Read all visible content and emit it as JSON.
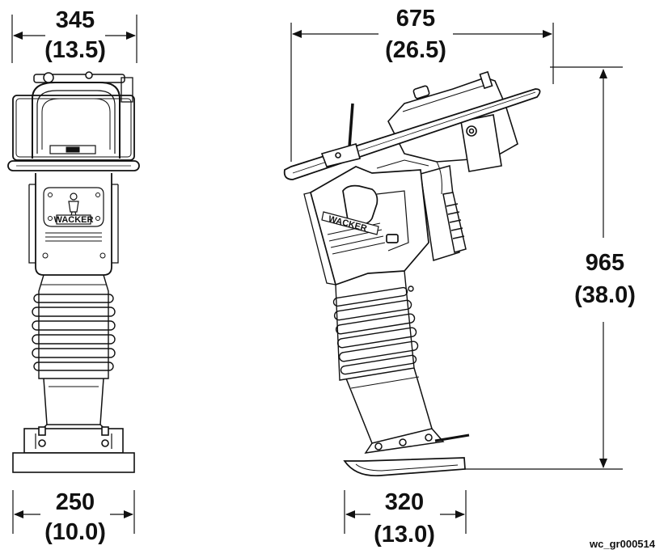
{
  "dimensions": {
    "front_width_mm": "345",
    "front_width_in": "(13.5)",
    "side_depth_mm": "675",
    "side_depth_in": "(26.5)",
    "height_mm": "965",
    "height_in": "(38.0)",
    "front_foot_mm": "250",
    "front_foot_in": "(10.0)",
    "side_foot_mm": "320",
    "side_foot_in": "(13.0)"
  },
  "logos": {
    "front_logo": "WACKER",
    "side_logo": "WACKER"
  },
  "reference_code": "wc_gr000514",
  "colors": {
    "ink": "#111111",
    "paper": "#ffffff"
  }
}
